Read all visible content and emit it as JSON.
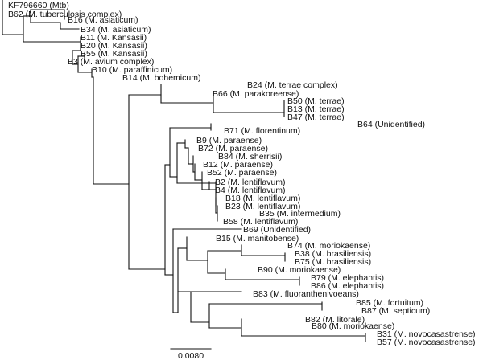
{
  "tree": {
    "leaves": [
      "KF796660 (Mtb)",
      "B62 (M. tuberculosis complex)",
      "B16 (M. asiaticum)",
      "B34 (M. asiaticum)",
      "B11 (M. Kansasii)",
      "B20 (M. Kansasii)",
      "B55 (M. Kansasii)",
      "B3 (M. avium complex)",
      "B10 (M. paraffinicum)",
      "B14 (M. bohemicum)",
      "B24 (M. terrae complex)",
      "B66 (M. parakoreense)",
      "B50 (M. terrae)",
      "B13 (M. terrae)",
      "B47 (M. terrae)",
      "B64 (Unidentified)",
      "B71 (M. florentinum)",
      "B9 (M. paraense)",
      "B72 (M. paraense)",
      "B84 (M. sherrisii)",
      "B12 (M. paraense)",
      "B52 (M. paraense)",
      "B2 (M. lentiflavum)",
      "B4 (M. lentiflavum)",
      "B18 (M. lentiflavum)",
      "B23 (M. lentiflavum)",
      "B35 (M. intermedium)",
      "B58 (M. lentiflavum)",
      "B69 (Unidentified)",
      "B15 (M. manitobense)",
      "B74 (M. moriokaense)",
      "B38 (M. brasiliensis)",
      "B75 (M. brasiliensis)",
      "B90 (M. moriokaense)",
      "B79 (M. elephantis)",
      "B86 (M. elephantis)",
      "B83 (M. fluoranthenivoeans)",
      "B85 (M. fortuitum)",
      "B87 (M. septicum)",
      "B82 (M. litorale)",
      "B80 (M. moriokaense)",
      "B31 (M. novocasastrense)",
      "B57 (M. novocasastrense)"
    ]
  },
  "scale_bar": {
    "label": "0.0080"
  }
}
